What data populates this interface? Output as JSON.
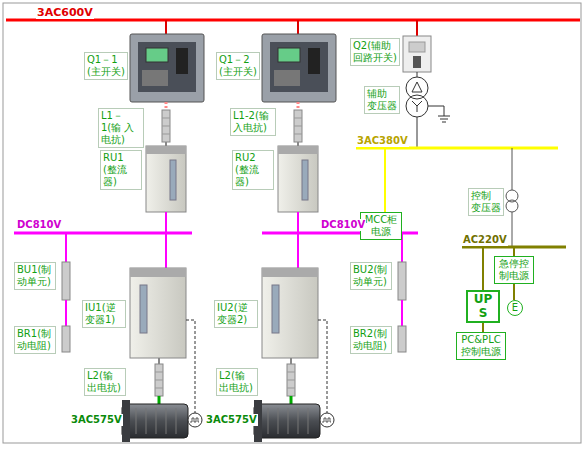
{
  "diagram": {
    "nodes": [
      {
        "text": [
          "Q1－1 (主开关)"
        ]
      },
      {
        "text": [
          "Q1－2 (主开关)"
        ]
      },
      {
        "text": [
          "Q2(辅助 回路开关)"
        ]
      },
      {
        "text": [
          "辅助 变压器"
        ]
      },
      {
        "text": [
          "L1－1(输 入电抗)"
        ]
      },
      {
        "text": [
          "L1-2(输 入电抗)"
        ]
      },
      {
        "text": [
          "RU1 (整流器)"
        ]
      },
      {
        "text": [
          "RU2 (整流器)"
        ]
      },
      {
        "text": [
          "MCC柜 电源"
        ]
      },
      {
        "text": [
          "控制 变压器"
        ]
      },
      {
        "text": [
          "BU1(制 动单元)"
        ]
      },
      {
        "text": [
          "BR1(制 动电阻)"
        ]
      },
      {
        "text": [
          "IU1(逆 变器1)"
        ]
      },
      {
        "text": [
          "IU2(逆 变器2)"
        ]
      },
      {
        "text": [
          "BU2(制 动单元)"
        ]
      },
      {
        "text": [
          "BR2(制 动电阻)"
        ]
      },
      {
        "text": [
          "急停控 制电源"
        ]
      },
      {
        "text": [
          "UPS"
        ]
      },
      {
        "text": [
          "E"
        ]
      },
      {
        "text": [
          "PC&PLC 控制电源"
        ]
      },
      {
        "text": [
          "L2(输 出电抗)"
        ]
      },
      {
        "text": [
          "L2(输 出电抗)"
        ]
      }
    ],
    "edges": [
      {
        "from": 16,
        "to": 18,
        "arrow": "none"
      },
      {
        "from": 17,
        "to": 19,
        "arrow": "none"
      }
    ],
    "labels": [
      "3AC600V",
      "3AC380V",
      "DC810V",
      "DC810V",
      "AC220V",
      "3AC575V",
      "3AC575V"
    ]
  }
}
